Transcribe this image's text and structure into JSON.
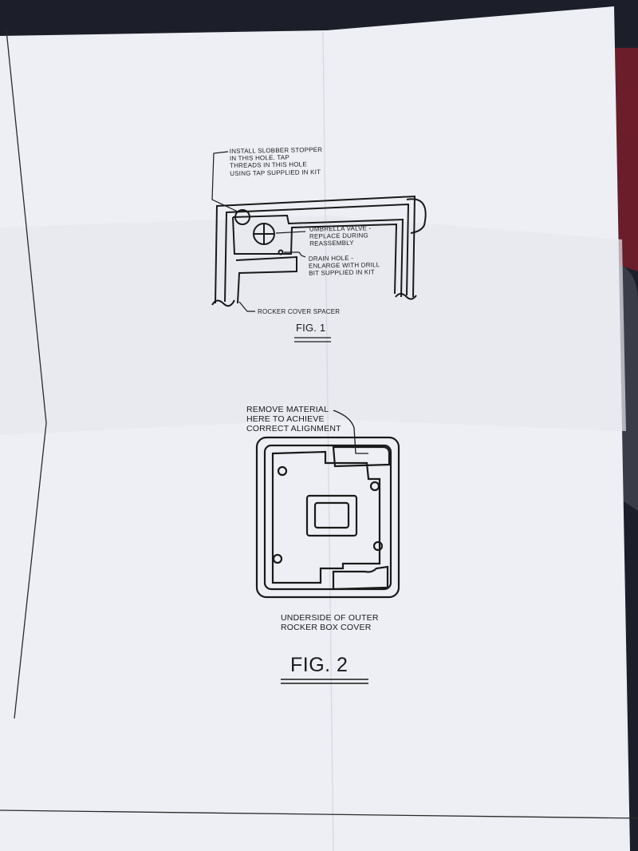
{
  "fig1": {
    "slobber_note": "INSTALL SLOBBER STOPPER\nIN THIS HOLE. TAP\nTHREADS IN THIS HOLE\nUSING TAP SUPPLIED IN KIT",
    "umbrella_note": "UMBRELLA VALVE -\nREPLACE DURING\nREASSEMBLY",
    "drain_note": "DRAIN HOLE -\nENLARGE WITH DRILL\nBIT SUPPLIED IN KIT",
    "spacer_note": "ROCKER COVER SPACER",
    "caption": "FIG. 1"
  },
  "fig2": {
    "remove_note": "REMOVE MATERIAL\nHERE TO ACHIEVE\nCORRECT ALIGNMENT",
    "underside_note": "UNDERSIDE OF OUTER\nROCKER BOX COVER",
    "caption": "FIG. 2"
  },
  "colors": {
    "paper": "#ecedf3",
    "ink": "#1a1a1a",
    "background": "#1c1f2a"
  }
}
